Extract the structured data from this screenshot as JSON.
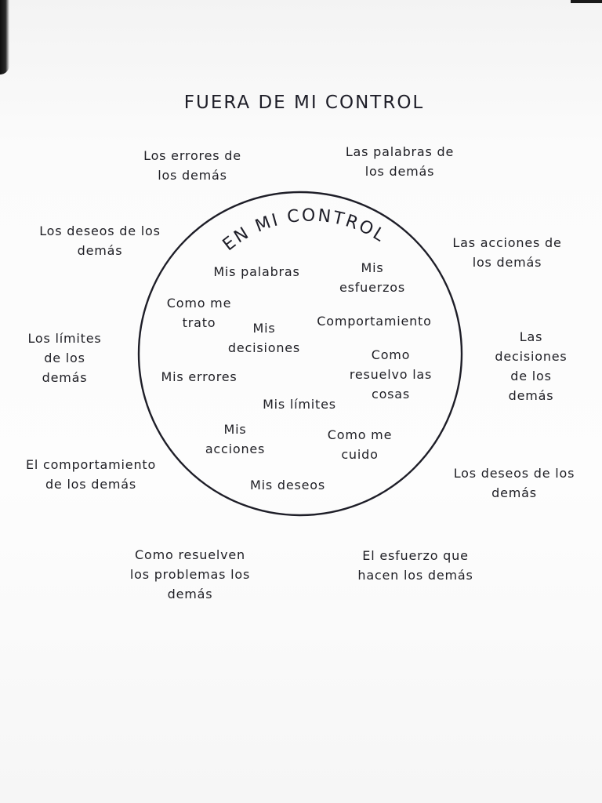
{
  "diagram": {
    "outer_title": "FUERA DE MI CONTROL",
    "inner_title": "EN MI CONTROL",
    "outside_items": {
      "errores": "Los errores de\nlos demás",
      "palabras": "Las palabras de\nlos demás",
      "deseos_left": "Los deseos de los\ndemás",
      "acciones": "Las acciones de\nlos demás",
      "limites": "Los límites\nde los\ndemás",
      "decisiones": "Las\ndecisiones\nde los\ndemás",
      "comportamiento": "El comportamiento\nde los demás",
      "deseos_right": "Los deseos de los\ndemás",
      "problemas": "Como resuelven\nlos problemas los\ndemás",
      "esfuerzo": "El esfuerzo que\nhacen los demás"
    },
    "inside_items": {
      "palabras": "Mis palabras",
      "esfuerzos": "Mis\nesfuerzos",
      "trato": "Como me\ntrato",
      "decisiones": "Mis\ndecisiones",
      "comportamiento": "Comportamiento",
      "resuelvo": "Como\nresuelvo las\ncosas",
      "errores": "Mis errores",
      "limites": "Mis límites",
      "acciones": "Mis\nacciones",
      "cuido": "Como me\ncuido",
      "deseos": "Mis deseos"
    },
    "colors": {
      "ink": "#1e1e28",
      "paper": "#fafafa"
    }
  }
}
